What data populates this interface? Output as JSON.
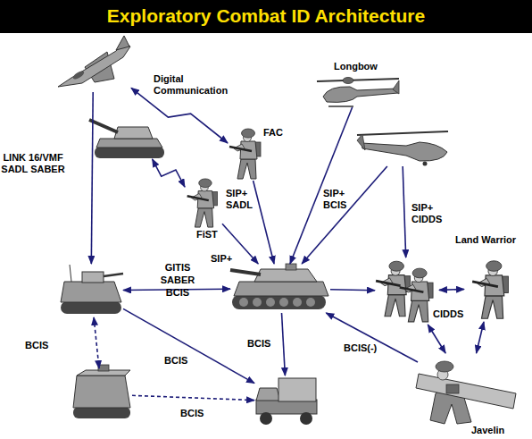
{
  "diagram": {
    "title": "Exploratory Combat ID Architecture",
    "nodes": [
      {
        "text": []
      },
      {
        "text": [
          "Longbow"
        ]
      },
      {
        "text": []
      },
      {
        "text": [
          "FAC"
        ]
      },
      {
        "text": []
      },
      {
        "text": [
          "FiST"
        ]
      },
      {
        "text": [
          "Land Warrior"
        ]
      },
      {
        "text": []
      },
      {
        "text": []
      },
      {
        "text": []
      },
      {
        "text": []
      },
      {
        "text": []
      },
      {
        "text": [
          "Javelin"
        ]
      }
    ],
    "edges": [
      {
        "from": 0,
        "to": 3,
        "arrow": "both",
        "label": "Digital Communication"
      },
      {
        "from": 0,
        "to": 7,
        "arrow": "to",
        "label": "LINK 16/VMF SADL SABER"
      },
      {
        "from": 2,
        "to": 5,
        "arrow": "both"
      },
      {
        "from": 3,
        "to": 8,
        "arrow": "to",
        "label": "SIP+ SADL"
      },
      {
        "from": 5,
        "to": 8,
        "arrow": "to",
        "label": "SIP+"
      },
      {
        "from": 1,
        "to": 8,
        "arrow": "to"
      },
      {
        "from": 4,
        "to": 8,
        "arrow": "to",
        "label": "SIP+ BCIS"
      },
      {
        "from": 4,
        "to": 9,
        "arrow": "to",
        "label": "SIP+ CIDDS"
      },
      {
        "from": 7,
        "to": 8,
        "arrow": "both",
        "label": "GITIS SABER BCIS"
      },
      {
        "from": 8,
        "to": 9,
        "arrow": "to"
      },
      {
        "from": 9,
        "to": 6,
        "arrow": "both",
        "label": "CIDDS"
      },
      {
        "from": 9,
        "to": 12,
        "arrow": "both"
      },
      {
        "from": 6,
        "to": 12,
        "arrow": "both"
      },
      {
        "from": 12,
        "to": 8,
        "arrow": "to",
        "label": "BCIS(-)"
      },
      {
        "from": 8,
        "to": 11,
        "arrow": "to",
        "label": "BCIS"
      },
      {
        "from": 7,
        "to": 11,
        "arrow": "to",
        "label": "BCIS"
      },
      {
        "from": 7,
        "to": 10,
        "arrow": "both",
        "label": "BCIS"
      },
      {
        "from": 10,
        "to": 11,
        "arrow": "to",
        "label": "BCIS"
      }
    ]
  }
}
